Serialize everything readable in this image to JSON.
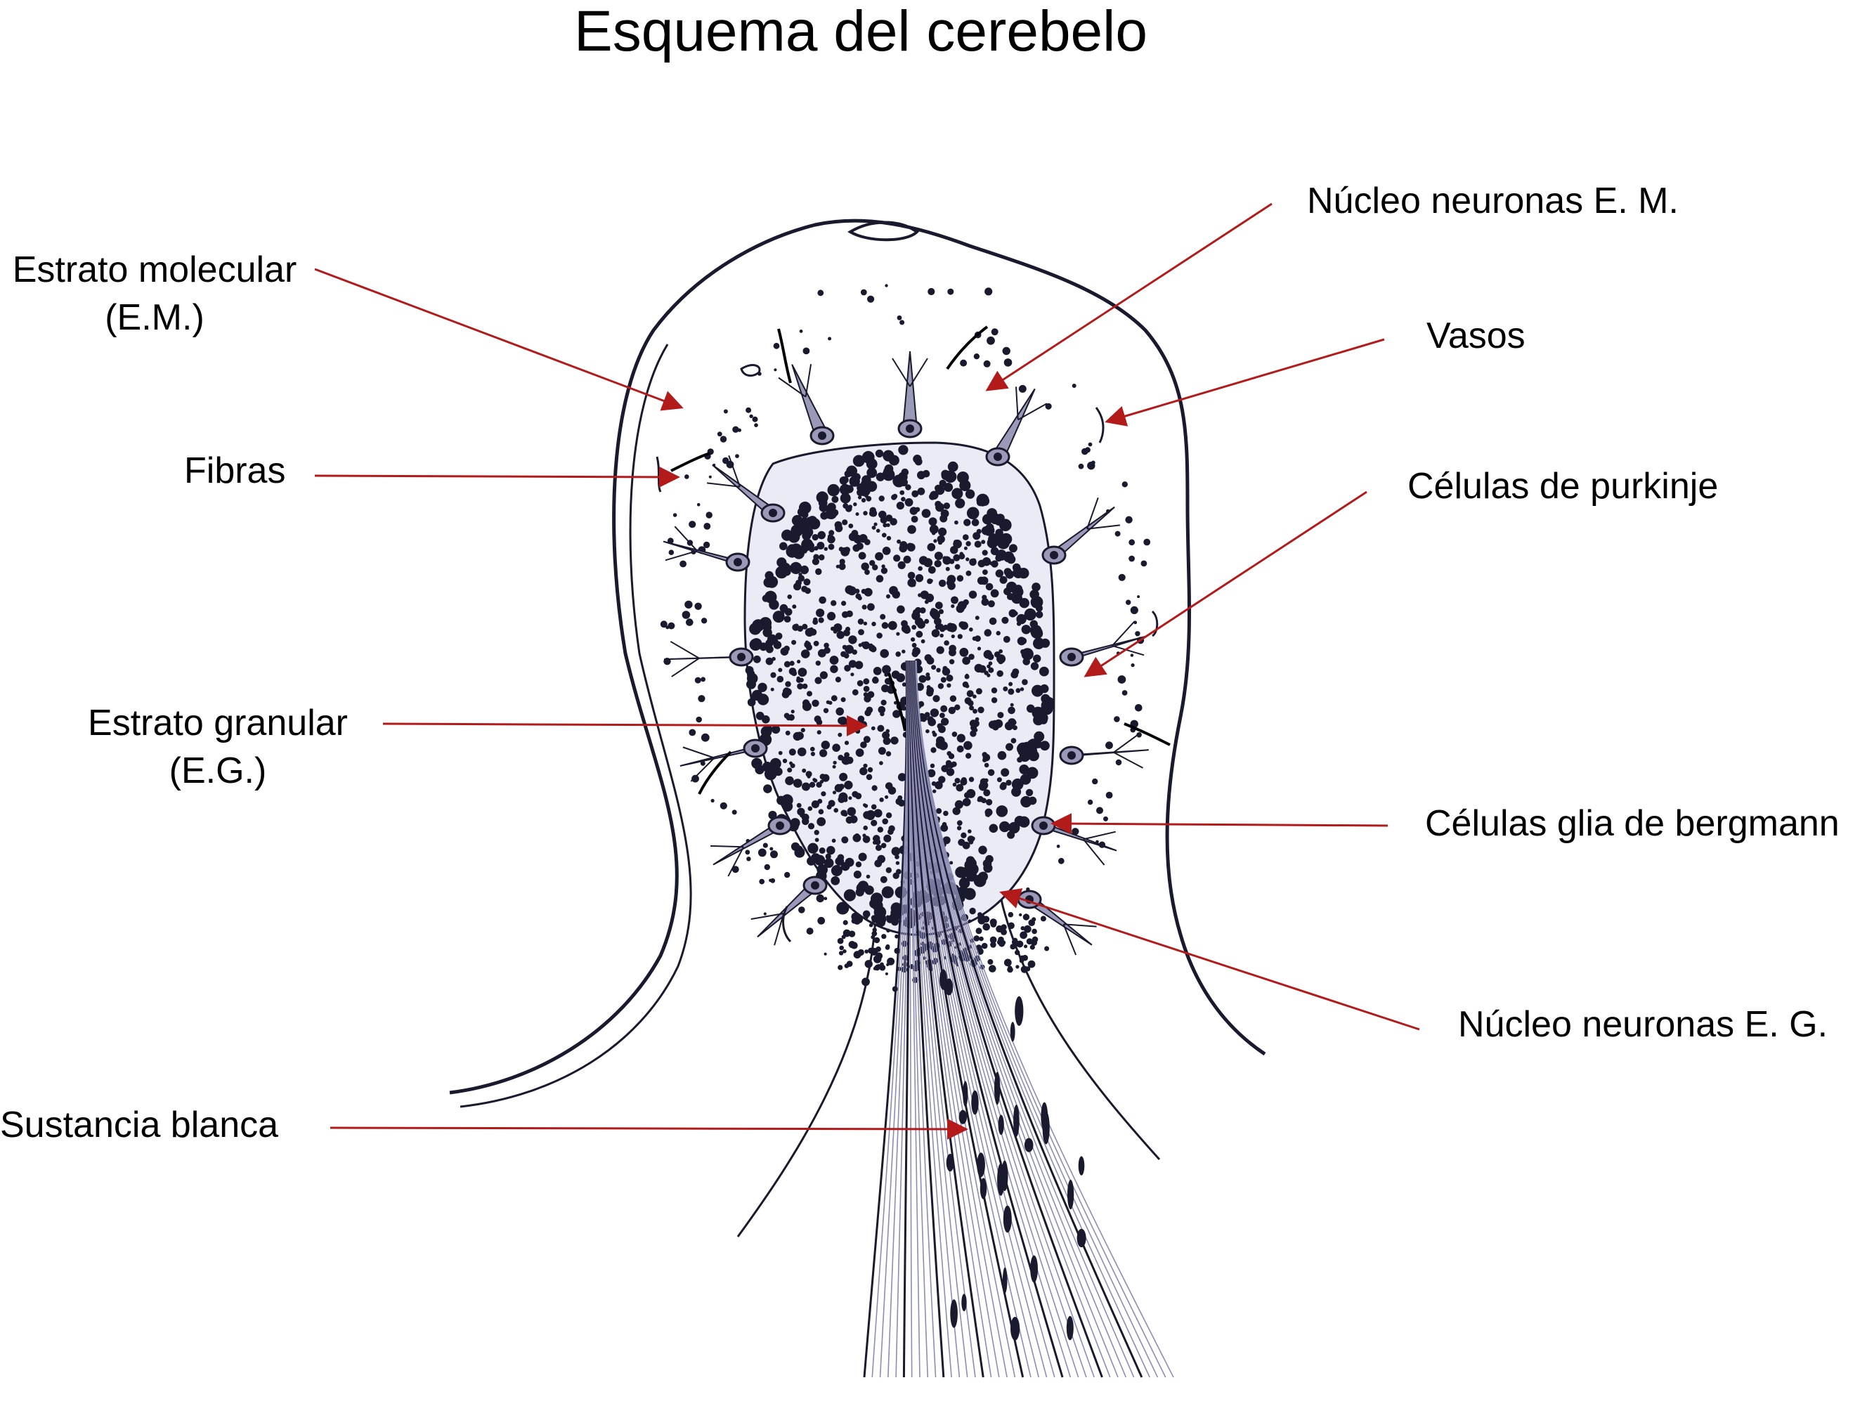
{
  "title": "Esquema del cerebelo",
  "colors": {
    "arrow": "#b31b1b",
    "ink": "#1a1a2e",
    "cell_fill": "#9a9ab8",
    "fiber": "#8c8cb4"
  },
  "labels": {
    "estrato_molecular": {
      "line1": "Estrato molecular",
      "line2": "(E.M.)"
    },
    "fibras": "Fibras",
    "estrato_granular": {
      "line1": "Estrato granular",
      "line2": "(E.G.)"
    },
    "sustancia_blanca": "Sustancia blanca",
    "nucleo_em": "Núcleo neuronas E. M.",
    "vasos": "Vasos",
    "purkinje": "Células de purkinje",
    "bergmann": "Células glia de bergmann",
    "nucleo_eg": "Núcleo neuronas E. G."
  }
}
